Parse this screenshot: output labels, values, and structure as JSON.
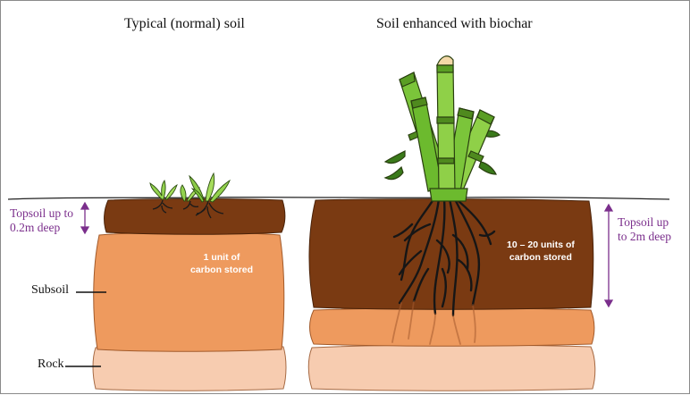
{
  "titles": {
    "left": "Typical (normal) soil",
    "right": "Soil enhanced with biochar"
  },
  "annotations": {
    "topsoil_left_line1": "Topsoil up to",
    "topsoil_left_line2": "0.2m deep",
    "topsoil_right_line1": "Topsoil up",
    "topsoil_right_line2": "to 2m deep",
    "carbon_left_line1": "1 unit of",
    "carbon_left_line2": "carbon stored",
    "carbon_right_line1": "10 – 20 units of",
    "carbon_right_line2": "carbon stored"
  },
  "layer_labels": {
    "subsoil": "Subsoil",
    "rock": "Rock"
  },
  "colors": {
    "topsoil": "#7a3a12",
    "subsoil": "#ee9a5e",
    "rock": "#f7ccb0",
    "annotation": "#7b2f8c",
    "plant_green": "#7bc53a",
    "roots": "#1a1a1a"
  }
}
